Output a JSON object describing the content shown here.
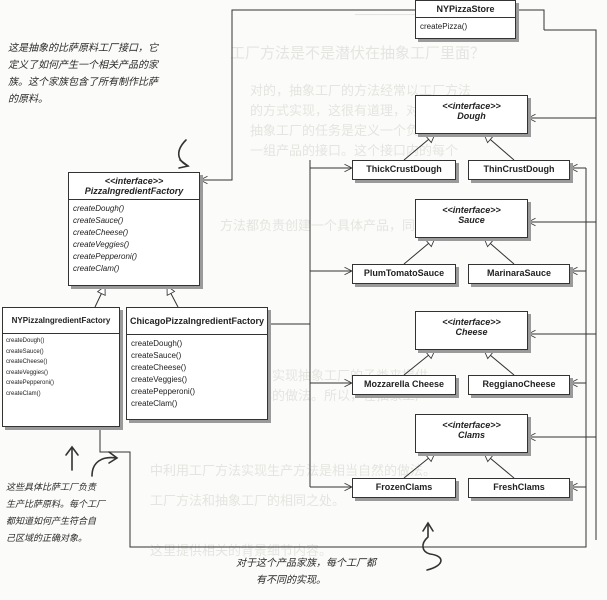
{
  "store": {
    "name": "NYPizzaStore",
    "method": "createPizza()"
  },
  "factory": {
    "stereotype": "<<interface>>",
    "name": "PizzaIngredientFactory",
    "methods": [
      "createDough()",
      "createSauce()",
      "createCheese()",
      "createVeggies()",
      "createPepperoni()",
      "createClam()"
    ]
  },
  "ny_factory": {
    "name": "NYPizzaIngredientFactory",
    "methods": [
      "createDough()",
      "createSauce()",
      "createCheese()",
      "createVeggies()",
      "createPepperoni()",
      "createClam()"
    ]
  },
  "chicago_factory": {
    "name": "ChicagoPizzaIngredientFactory",
    "methods": [
      "createDough()",
      "createSauce()",
      "createCheese()",
      "createVeggies()",
      "createPepperoni()",
      "createClam()"
    ]
  },
  "products": {
    "dough": {
      "stereotype": "<<interface>>",
      "name": "Dough",
      "left": "ThickCrustDough",
      "right": "ThinCrustDough"
    },
    "sauce": {
      "stereotype": "<<interface>>",
      "name": "Sauce",
      "left": "PlumTomatoSauce",
      "right": "MarinaraSauce"
    },
    "cheese": {
      "stereotype": "<<interface>>",
      "name": "Cheese",
      "left": "Mozzarella Cheese",
      "right": "ReggianoCheese"
    },
    "clams": {
      "stereotype": "<<interface>>",
      "name": "Clams",
      "left": "FrozenClams",
      "right": "FreshClams"
    }
  },
  "notes": {
    "top_left": [
      "这是抽象的比萨原料工厂接口，它",
      "定义了如何产生一个相关产品的家",
      "族。这个家族包含了所有制作比萨",
      "的原料。"
    ],
    "bottom_left": [
      "这些具体比萨工厂负责",
      "生产比萨原料。每个工厂",
      "都知道如何产生符合自",
      "己区域的正确对象。"
    ],
    "bottom": [
      "对于这个产品家族，每个工厂都",
      "有不同的实现。"
    ]
  }
}
